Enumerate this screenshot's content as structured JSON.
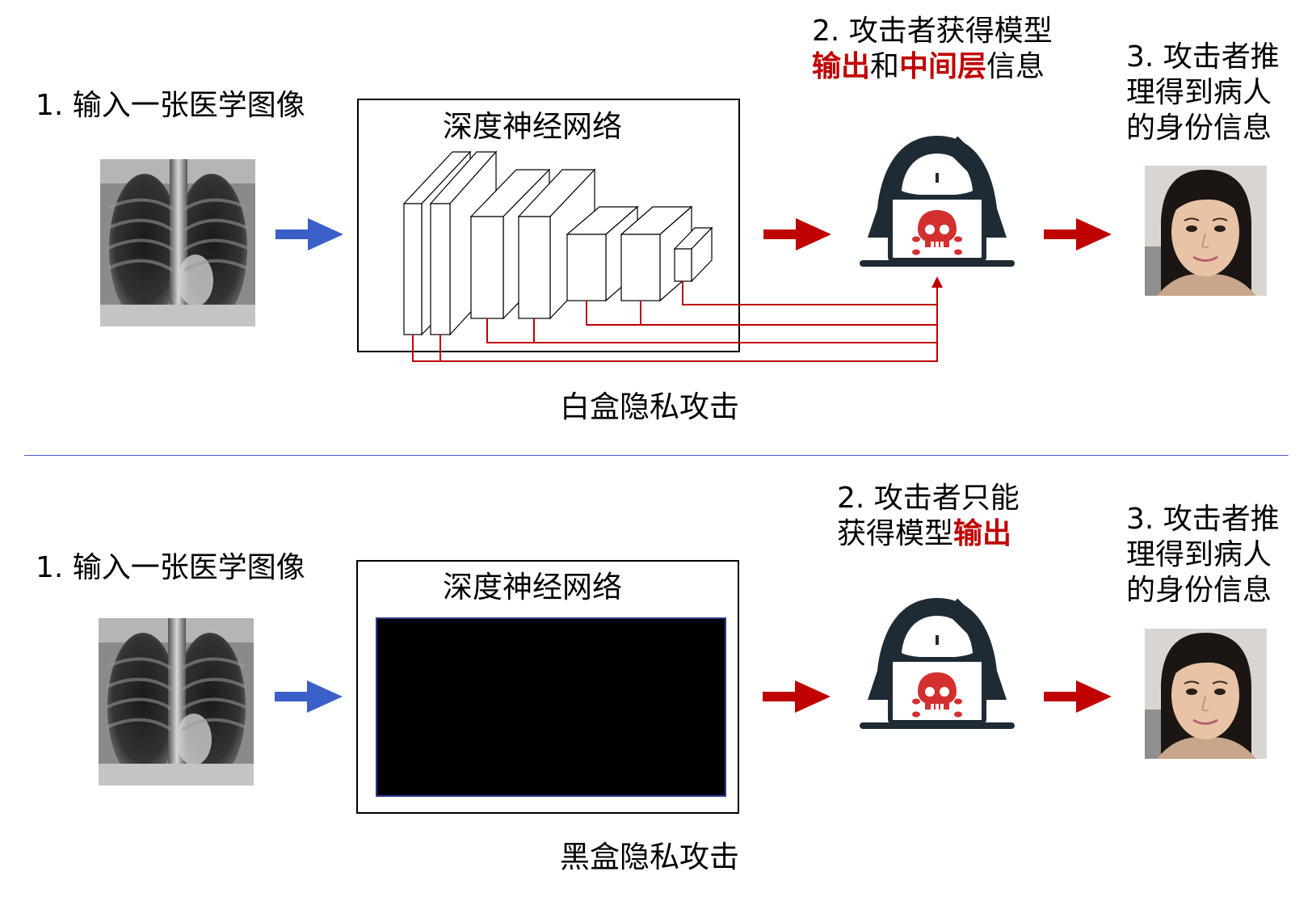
{
  "top": {
    "step1": "1. 输入一张医学图像",
    "network_title": "深度神经网络",
    "step2_line1": "2. 攻击者获得模型",
    "step2_line2": {
      "part1": "输出",
      "part2": "和",
      "part3": "中间层",
      "part4": "信息"
    },
    "step3_lines": [
      "3. 攻击者推",
      "理得到病人",
      "的身份信息"
    ],
    "caption": "白盒隐私攻击"
  },
  "bottom": {
    "step1": "1. 输入一张医学图像",
    "network_title": "深度神经网络",
    "step2_line1": "2. 攻击者只能",
    "step2_line2": {
      "part1": "获得模型",
      "part2": "输出"
    },
    "step3_lines": [
      "3. 攻击者推",
      "理得到病人",
      "的身份信息"
    ],
    "caption": "黑盒隐私攻击"
  },
  "colors": {
    "blue_arrow": "#3a5fc8",
    "red_arrow": "#c00000",
    "hacker": "#1e2b35",
    "skull": "#d32f2f",
    "divider": "#4a5bd0"
  },
  "icons": [
    "xray-image",
    "face-photo",
    "hacker-icon",
    "skull-icon",
    "arrow-icon"
  ]
}
